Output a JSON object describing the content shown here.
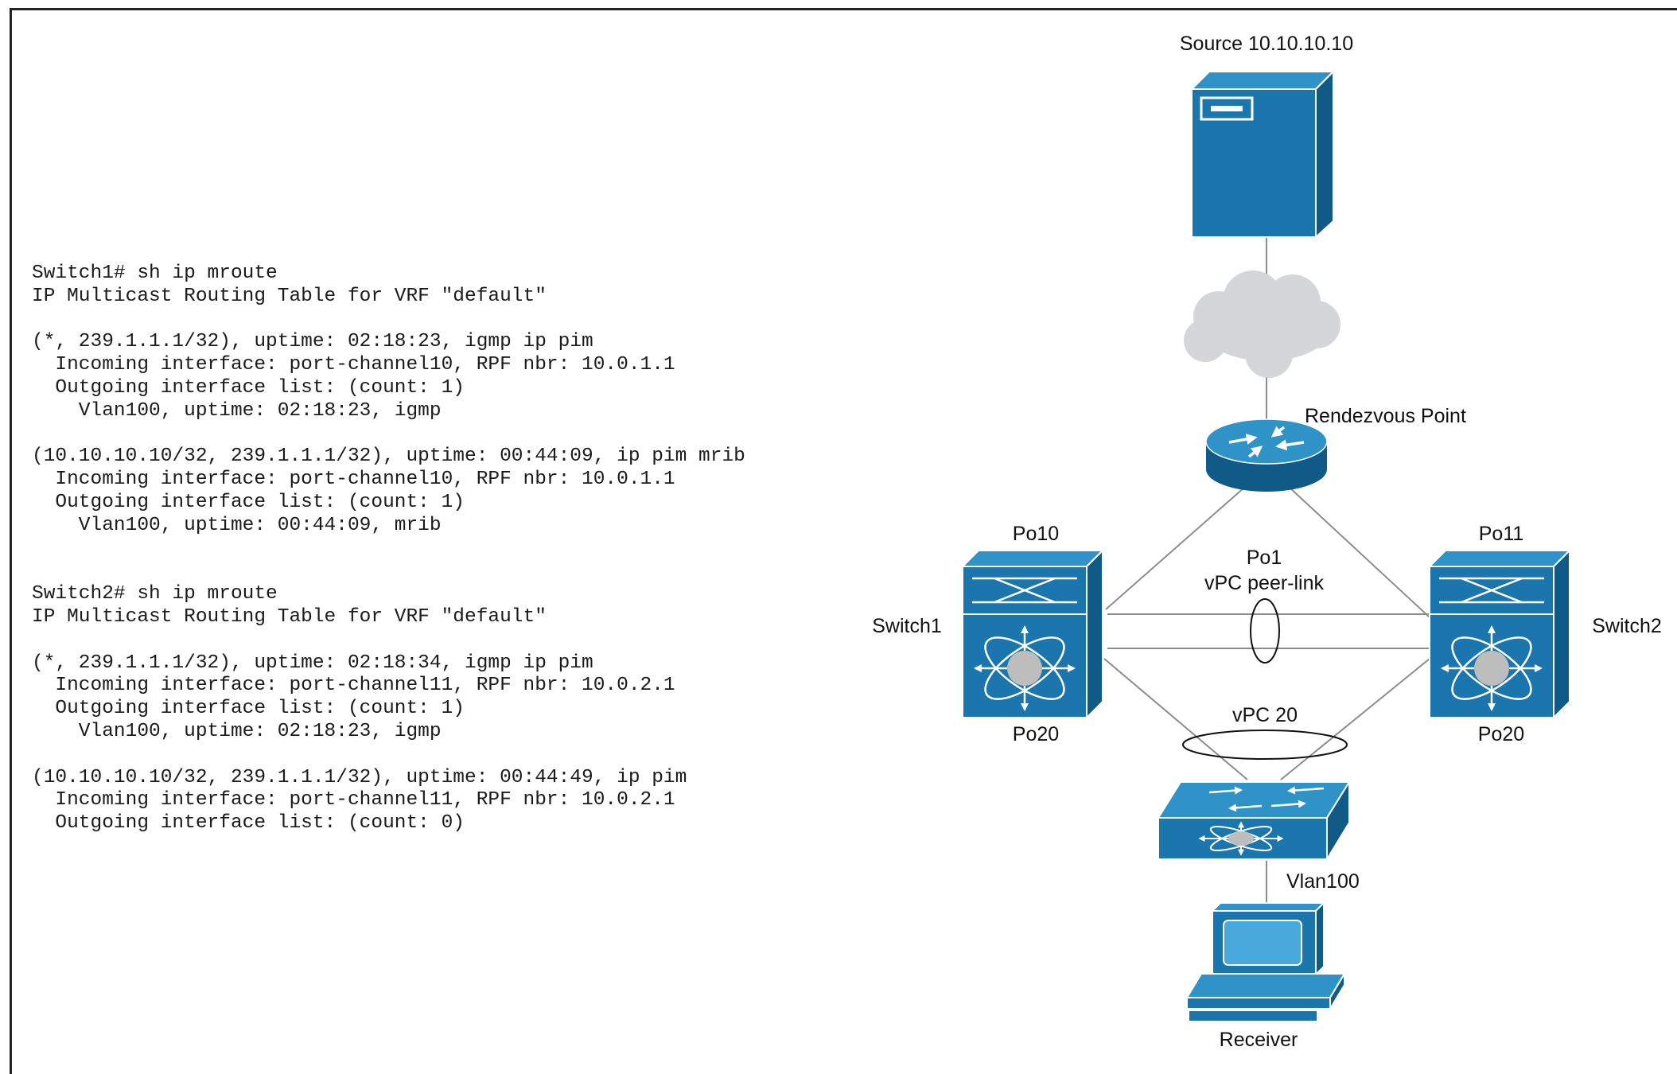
{
  "cli_output": {
    "lines": [
      "Switch1# sh ip mroute",
      "IP Multicast Routing Table for VRF \"default\"",
      "",
      "(*, 239.1.1.1/32), uptime: 02:18:23, igmp ip pim",
      "  Incoming interface: port-channel10, RPF nbr: 10.0.1.1",
      "  Outgoing interface list: (count: 1)",
      "    Vlan100, uptime: 02:18:23, igmp",
      "",
      "(10.10.10.10/32, 239.1.1.1/32), uptime: 00:44:09, ip pim mrib",
      "  Incoming interface: port-channel10, RPF nbr: 10.0.1.1",
      "  Outgoing interface list: (count: 1)",
      "    Vlan100, uptime: 00:44:09, mrib",
      "",
      "",
      "Switch2# sh ip mroute",
      "IP Multicast Routing Table for VRF \"default\"",
      "",
      "(*, 239.1.1.1/32), uptime: 02:18:34, igmp ip pim",
      "  Incoming interface: port-channel11, RPF nbr: 10.0.2.1",
      "  Outgoing interface list: (count: 1)",
      "    Vlan100, uptime: 02:18:23, igmp",
      "",
      "(10.10.10.10/32, 239.1.1.1/32), uptime: 00:44:49, ip pim",
      "  Incoming interface: port-channel11, RPF nbr: 10.0.2.1",
      "  Outgoing interface list: (count: 0)"
    ]
  },
  "topology": {
    "source_label": "Source 10.10.10.10",
    "rp_label": "Rendezvous Point",
    "switch1_label": "Switch1",
    "switch2_label": "Switch2",
    "switch1_uplink_label": "Po10",
    "switch2_uplink_label": "Po11",
    "switch1_downlink_label": "Po20",
    "switch2_downlink_label": "Po20",
    "peer_link_label_1": "Po1",
    "peer_link_label_2": "vPC peer-link",
    "vpc_label": "vPC 20",
    "vlan_label": "Vlan100",
    "receiver_label": "Receiver"
  },
  "colors": {
    "device_blue": "#1b76ad",
    "device_top": "#2f93c8",
    "device_side": "#105a87",
    "cloud_gray": "#d4d6d8",
    "link_gray": "#8c8c8c",
    "text": "#111111"
  }
}
